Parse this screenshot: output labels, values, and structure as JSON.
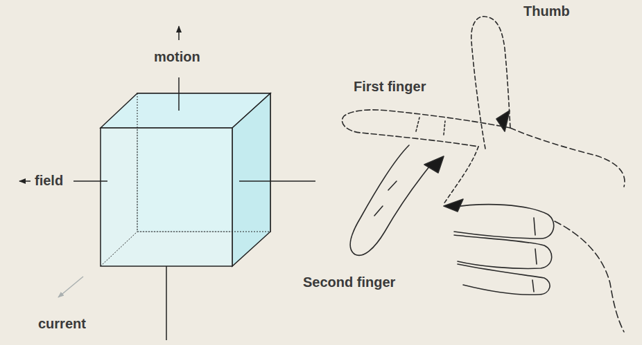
{
  "diagram": {
    "labels": [
      "motion",
      "field",
      "current",
      "Thumb",
      "First finger",
      "Second finger"
    ]
  }
}
